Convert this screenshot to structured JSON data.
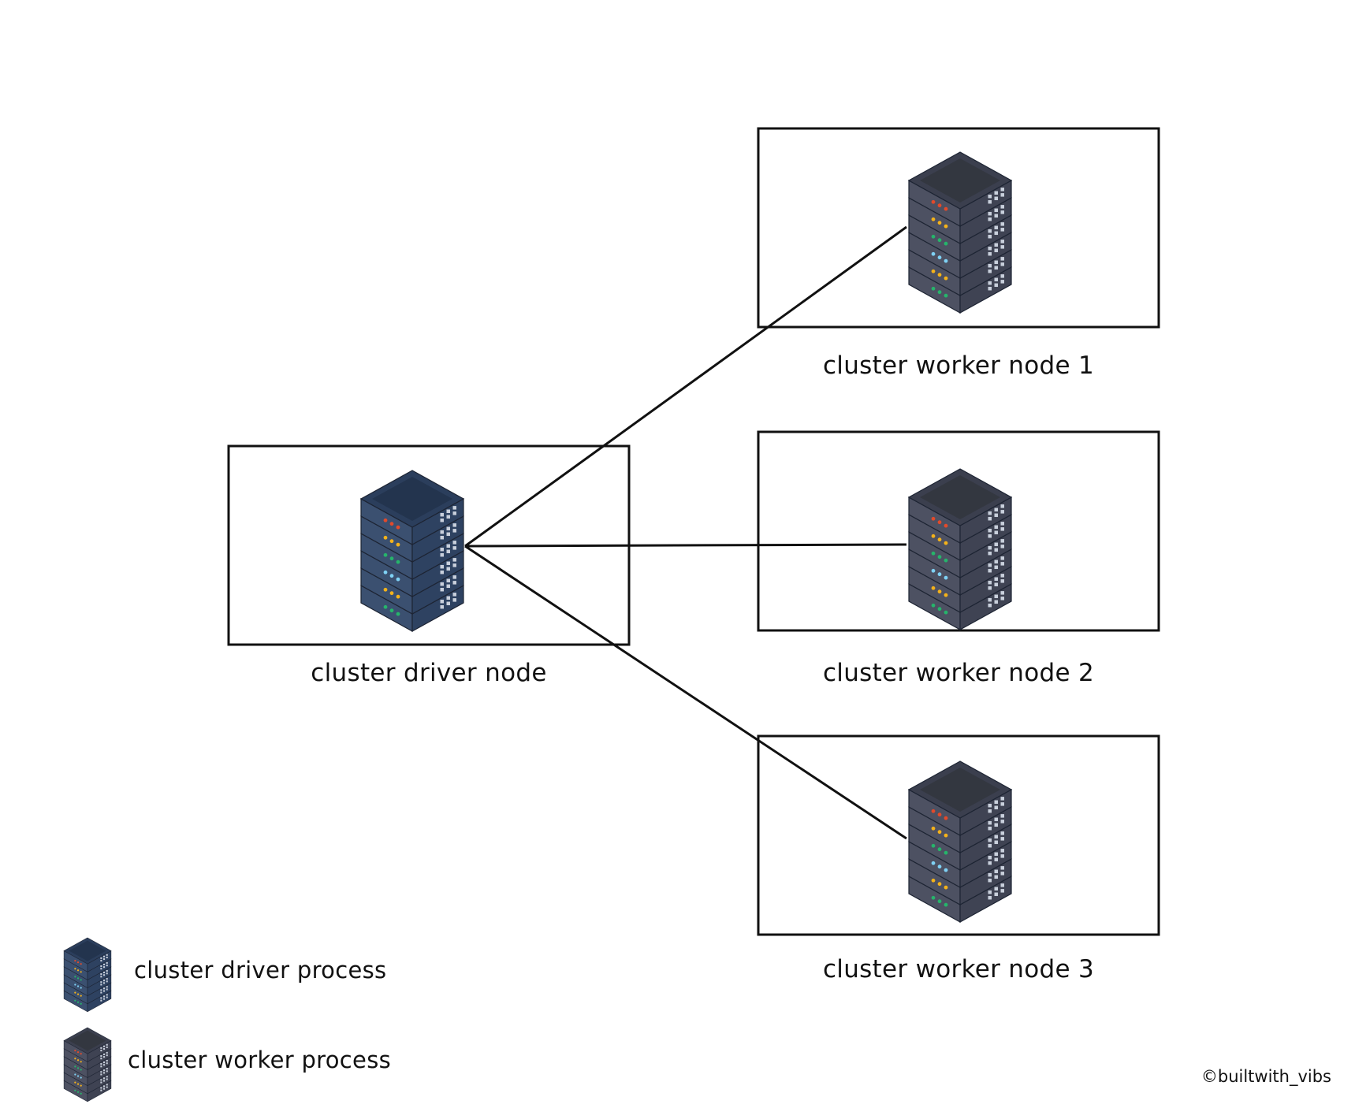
{
  "nodes": [
    {
      "id": "driver",
      "label": "cluster driver node",
      "kind": "driver"
    },
    {
      "id": "worker1",
      "label": "cluster worker node 1",
      "kind": "worker"
    },
    {
      "id": "worker2",
      "label": "cluster worker node 2",
      "kind": "worker"
    },
    {
      "id": "worker3",
      "label": "cluster worker node 3",
      "kind": "worker"
    }
  ],
  "edges": [
    {
      "from": "driver",
      "to": "worker1"
    },
    {
      "from": "driver",
      "to": "worker2"
    },
    {
      "from": "driver",
      "to": "worker3"
    }
  ],
  "legend": [
    {
      "kind": "driver",
      "label": "cluster driver process"
    },
    {
      "kind": "worker",
      "label": "cluster worker process"
    }
  ],
  "icons": {
    "driver": "server-rack-blue-icon",
    "worker": "server-rack-gray-icon"
  },
  "colors": {
    "driver_top": "#2b3e5c",
    "driver_left": "#3b5070",
    "driver_right": "#2e4261",
    "worker_top": "#3b3f4e",
    "worker_left": "#4d5162",
    "worker_right": "#3f4353",
    "leds": [
      "#e24a2b",
      "#f4b21a",
      "#26b46b",
      "#7fd1f4",
      "#f4b21a",
      "#26b46b"
    ]
  },
  "copyright": "©builtwith_vibs"
}
